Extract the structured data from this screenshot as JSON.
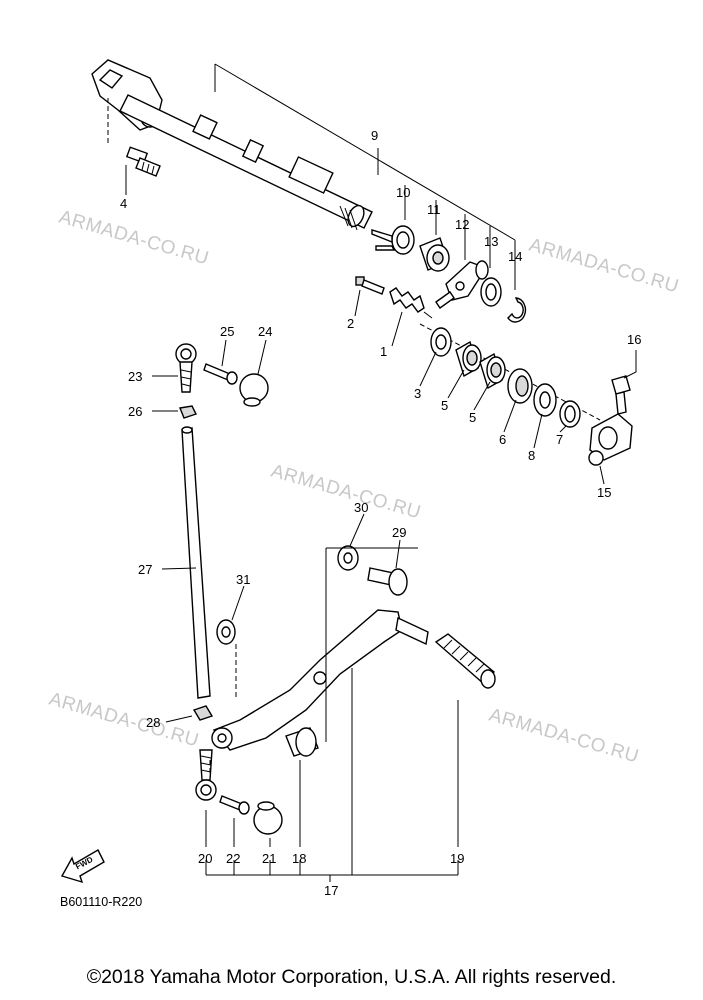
{
  "watermark": "ARMADA-CO.RU",
  "diagram_code": "B601110-R220",
  "fwd_label": "FWD",
  "copyright": "©2018 Yamaha Motor Corporation, U.S.A. All rights reserved.",
  "callouts": {
    "c1": "1",
    "c2": "2",
    "c3": "3",
    "c4": "4",
    "c5a": "5",
    "c5b": "5",
    "c6": "6",
    "c7": "7",
    "c8": "8",
    "c9": "9",
    "c10": "10",
    "c11": "11",
    "c12": "12",
    "c13": "13",
    "c14": "14",
    "c15": "15",
    "c16": "16",
    "c17": "17",
    "c18": "18",
    "c19": "19",
    "c20": "20",
    "c21": "21",
    "c22": "22",
    "c23": "23",
    "c24": "24",
    "c25": "25",
    "c26": "26",
    "c27": "27",
    "c28": "28",
    "c29": "29",
    "c30": "30",
    "c31": "31"
  }
}
